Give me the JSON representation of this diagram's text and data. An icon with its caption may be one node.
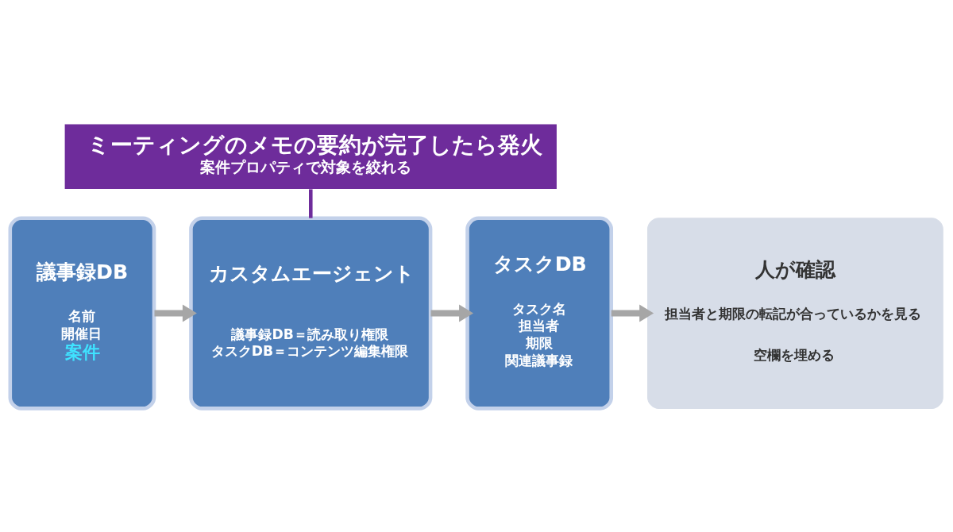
{
  "diagram": {
    "nodes": [
      {
        "text": [
          "ミーティングのメモの要約が完了したら発火",
          "案件プロパティで対象を絞れる"
        ]
      },
      {
        "text": [
          "議事録DB",
          "名前",
          "開催日",
          "案件"
        ]
      },
      {
        "text": [
          "カスタムエージェント",
          "議事録DB＝読み取り権限",
          "タスクDB＝コンテンツ編集権限"
        ]
      },
      {
        "text": [
          "タスクDB",
          "タスク名",
          "担当者",
          "期限",
          "関連議事録"
        ]
      },
      {
        "text": [
          "人が確認",
          "担当者と期限の転記が合っているかを見る",
          "空欄を埋める"
        ]
      }
    ],
    "edges": [
      {
        "from": 0,
        "to": 2,
        "arrow": "none",
        "color": "#6e2c9b"
      },
      {
        "from": 1,
        "to": 2,
        "arrow": "to"
      },
      {
        "from": 2,
        "to": 3,
        "arrow": "to"
      },
      {
        "from": 3,
        "to": 4,
        "arrow": "to"
      }
    ]
  }
}
